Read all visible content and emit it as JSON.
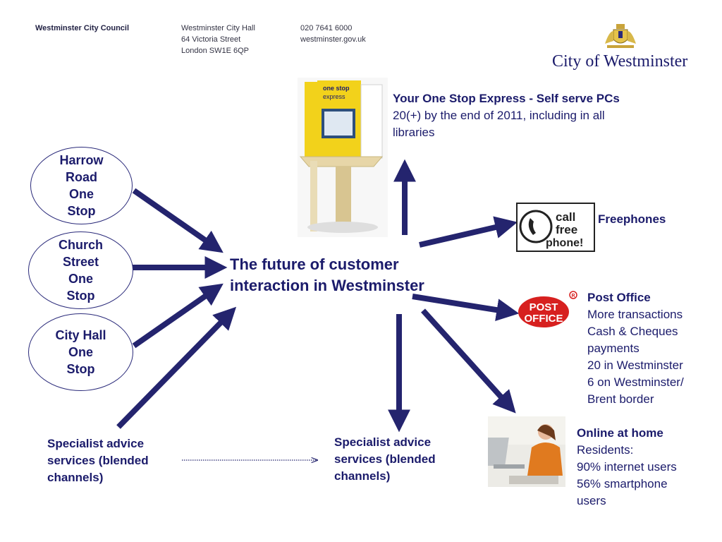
{
  "header": {
    "org": "Westminster City Council",
    "address": [
      "Westminster City Hall",
      "64 Victoria Street",
      "London SW1E 6QP"
    ],
    "contact": [
      "020 7641 6000",
      "westminster.gov.uk"
    ],
    "logo_text": "City of Westminster"
  },
  "center": {
    "title_line1": "The future of customer",
    "title_line2": "interaction in Westminster"
  },
  "left": {
    "ovals": [
      {
        "lines": [
          "Harrow",
          "Road",
          "One",
          "Stop"
        ]
      },
      {
        "lines": [
          "Church",
          "Street",
          "One",
          "Stop"
        ]
      },
      {
        "lines": [
          "City Hall",
          "One",
          "Stop"
        ]
      }
    ],
    "specialist": [
      "Specialist advice",
      "services (blended",
      "channels)"
    ]
  },
  "right": {
    "kiosk": {
      "title": "Your One Stop Express - Self serve PCs",
      "lines": [
        "20(+) by the end of 2011, including in all",
        "libraries"
      ],
      "image_text": [
        "one stop",
        "express"
      ]
    },
    "freephone": {
      "title": "Freephones",
      "sign": [
        "call",
        "free",
        "phone!"
      ]
    },
    "post_office": {
      "title": "Post Office",
      "lines": [
        "More transactions",
        "Cash & Cheques",
        "payments",
        "20 in Westminster",
        "6 on  Westminster/",
        "Brent border"
      ],
      "logo": [
        "POST",
        "OFFICE"
      ]
    },
    "online": {
      "title": "Online at home",
      "lines": [
        "Residents:",
        "90% internet users",
        "56% smartphone",
        "users"
      ]
    },
    "specialist": [
      "Specialist advice",
      "services (blended",
      "channels)"
    ]
  },
  "colors": {
    "navy": "#1b1b6b",
    "arrow": "#24246e",
    "post_red": "#d7201f",
    "kiosk_yellow": "#f2d21b"
  }
}
